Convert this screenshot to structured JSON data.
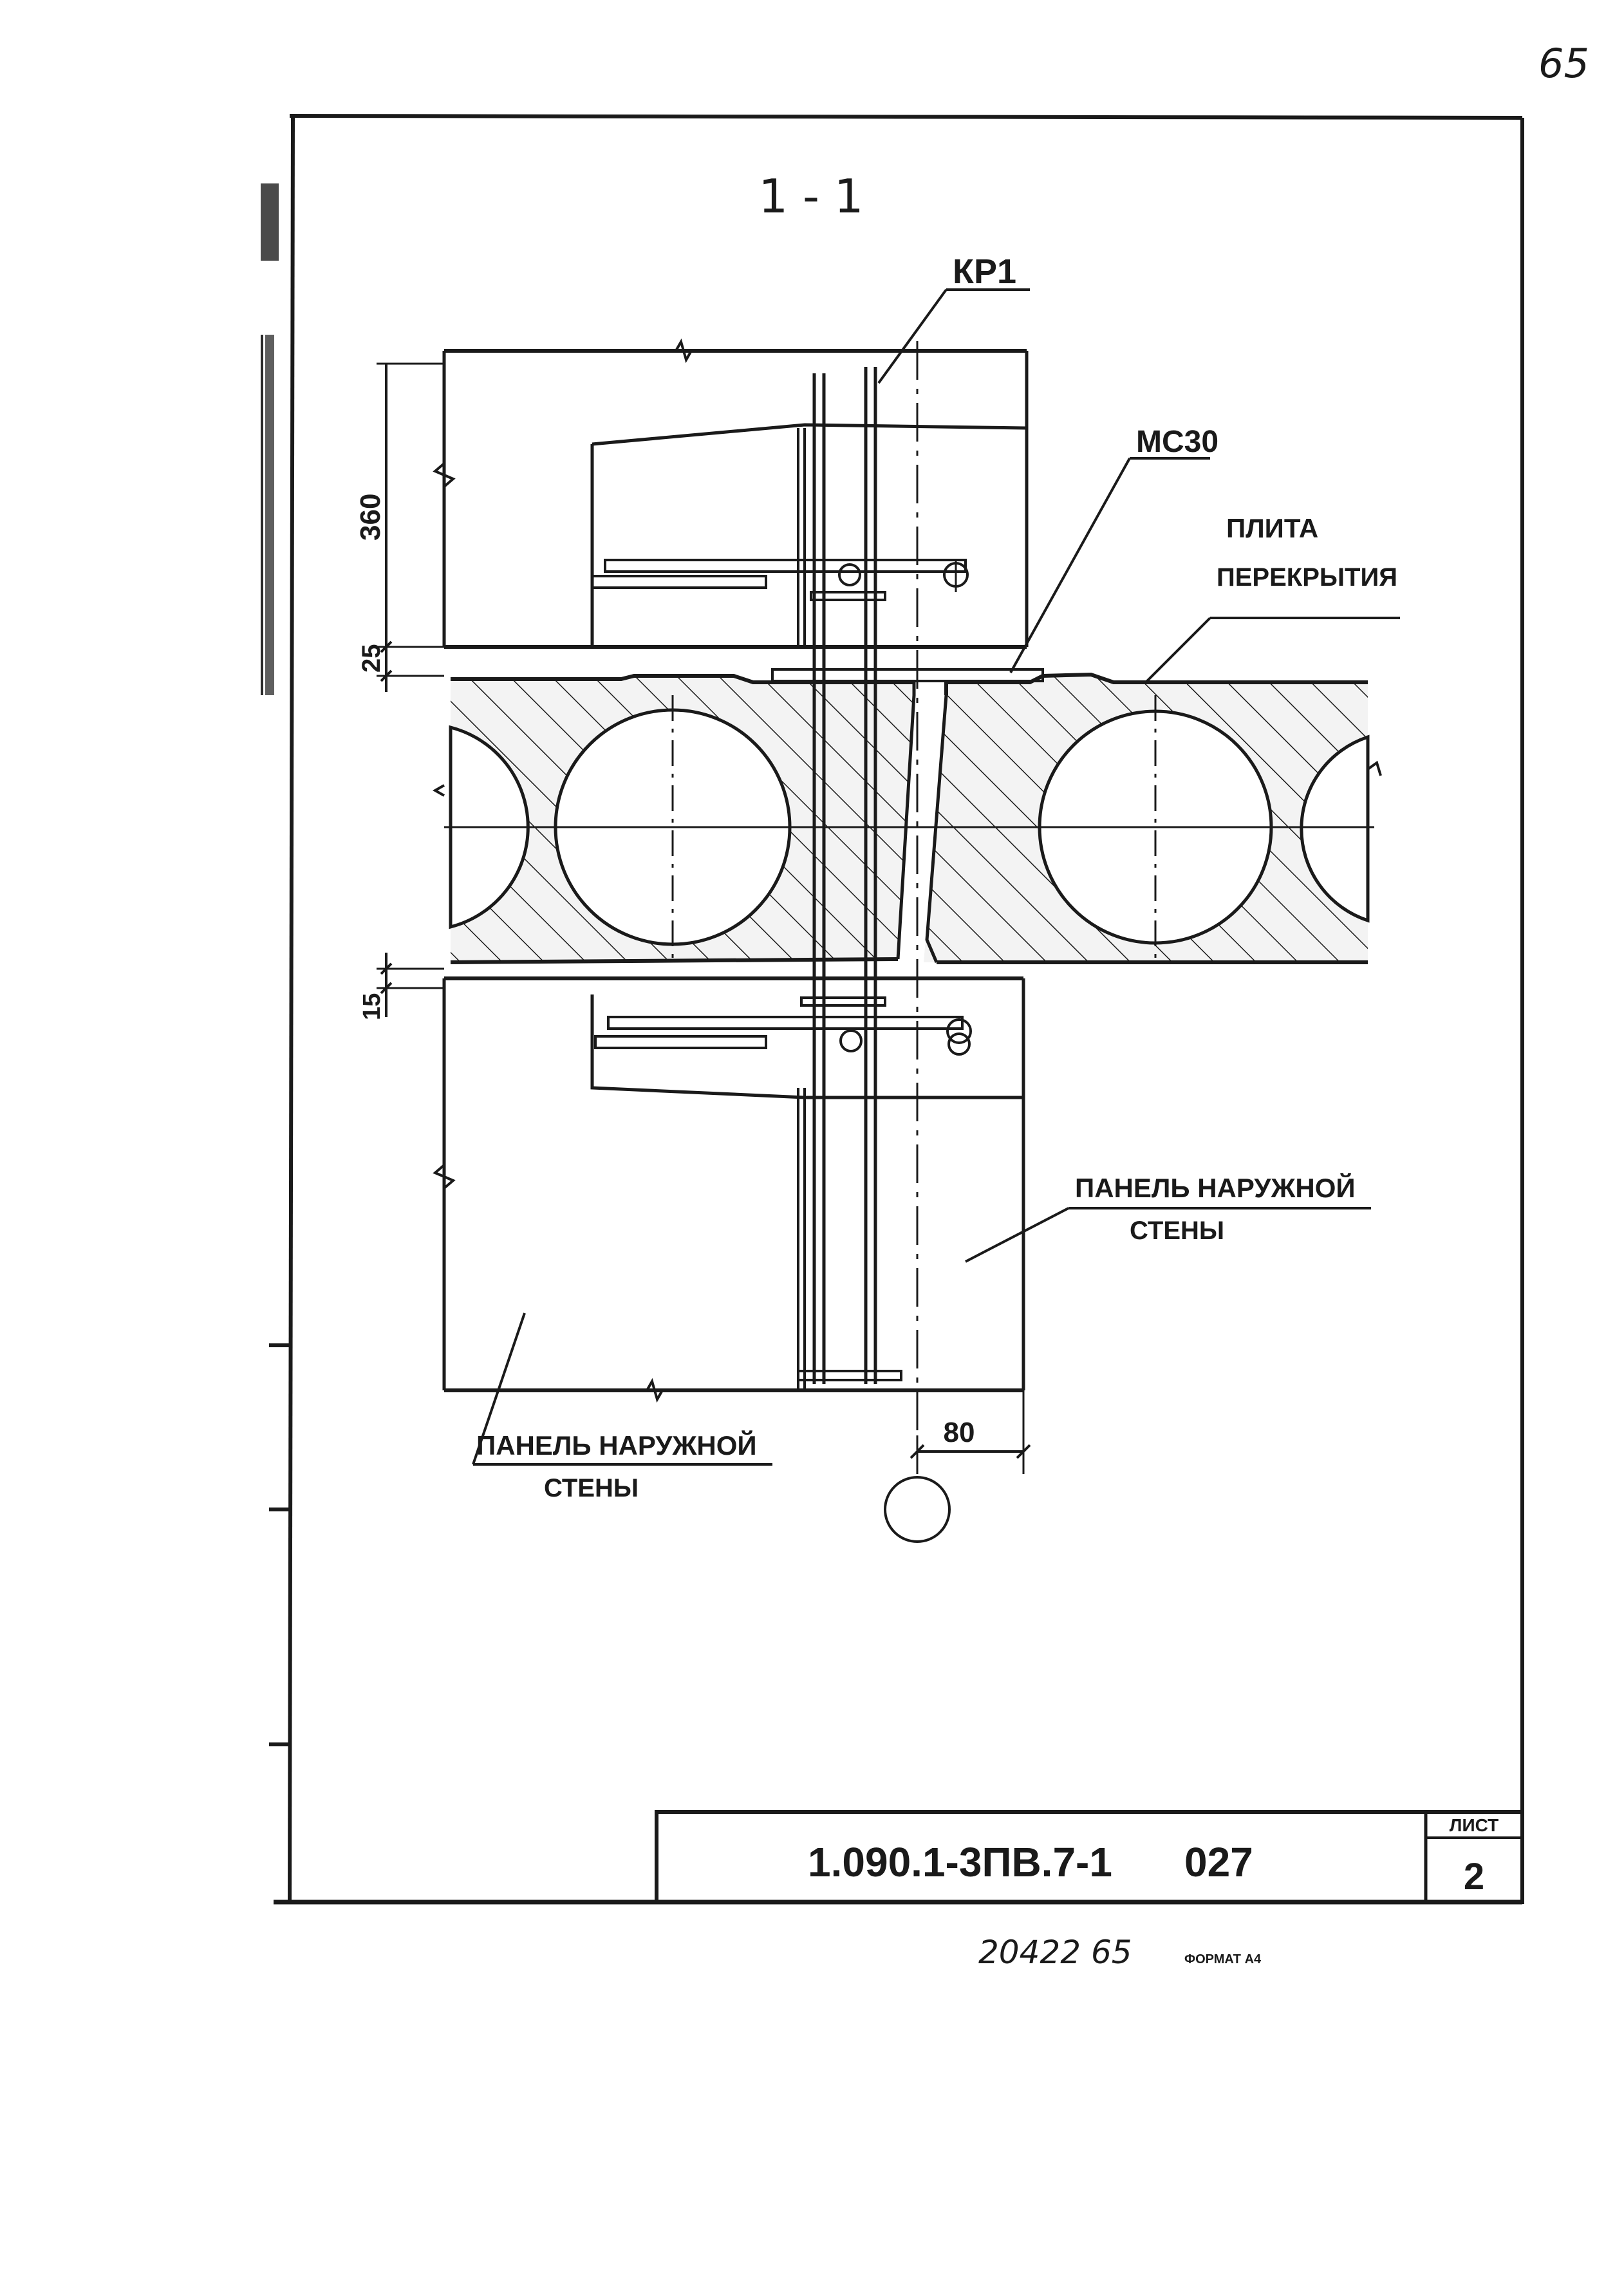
{
  "page_number_handwritten": "65",
  "section_title": "1 - 1",
  "labels": {
    "kr1": "КР1",
    "ms30": "МС30",
    "plate_line1": "ПЛИТА",
    "plate_line2": "ПЕРЕКРЫТИЯ",
    "panel_right_line1": "ПАНЕЛЬ НАРУЖНОЙ",
    "panel_right_line2": "СТЕНЫ",
    "panel_left_line1": "ПАНЕЛЬ НАРУЖНОЙ",
    "panel_left_line2": "СТЕНЫ"
  },
  "dimensions": {
    "d360": "360",
    "d25": "25",
    "d15": "15",
    "d80": "80"
  },
  "stamp": {
    "designation": "1.090.1-3ПВ.7-1",
    "code": "027",
    "sheet_label": "ЛИСТ",
    "sheet_number": "2"
  },
  "footer": {
    "inventory": "20422 65",
    "format": "ФОРМАТ А4"
  }
}
